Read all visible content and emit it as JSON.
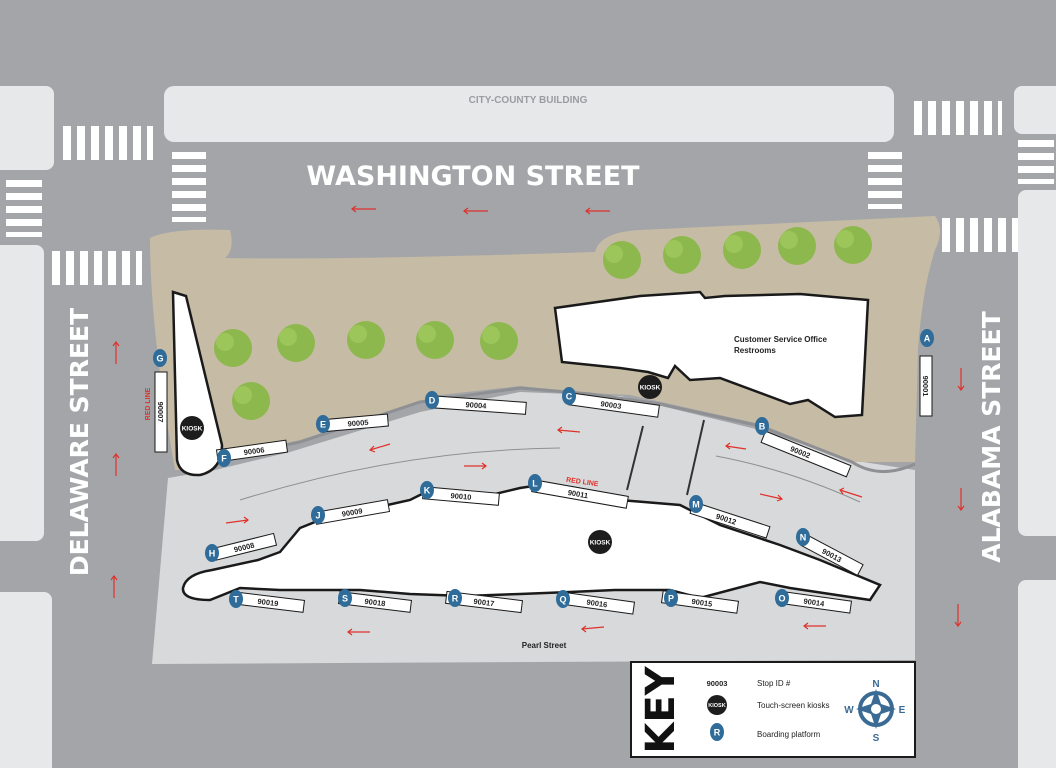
{
  "colors": {
    "road": "#a3a5a8",
    "sidewalk": "#e7e8e9",
    "plaza": "#c6bba5",
    "station_floor": "#d8d9da",
    "island": "#ffffff",
    "tree": "#8db84d",
    "tree_dark": "#7aa53f",
    "platform_badge": "#2f6c9a",
    "kiosk": "#1d1d1d",
    "arrow": "#e0312b",
    "crosswalk": "#ffffff",
    "outline": "#1a1a1a"
  },
  "streets": {
    "north": "WASHINGTON STREET",
    "west": "DELAWARE STREET",
    "east": "ALABAMA STREET",
    "south": "Pearl Street"
  },
  "building": {
    "north_label": "CITY-COUNTY BUILDING",
    "office_line1": "Customer Service Office",
    "office_line2": "Restrooms"
  },
  "kiosk_label": "KIOSK",
  "red_line_label": "RED LINE",
  "platforms": [
    {
      "letter": "A",
      "stop_id": "90001"
    },
    {
      "letter": "B",
      "stop_id": "90002"
    },
    {
      "letter": "C",
      "stop_id": "90003"
    },
    {
      "letter": "D",
      "stop_id": "90004"
    },
    {
      "letter": "E",
      "stop_id": "90005"
    },
    {
      "letter": "F",
      "stop_id": "90006"
    },
    {
      "letter": "G",
      "stop_id": "90007"
    },
    {
      "letter": "H",
      "stop_id": "90008"
    },
    {
      "letter": "J",
      "stop_id": "90009"
    },
    {
      "letter": "K",
      "stop_id": "90010"
    },
    {
      "letter": "L",
      "stop_id": "90011"
    },
    {
      "letter": "M",
      "stop_id": "90012"
    },
    {
      "letter": "N",
      "stop_id": "90013"
    },
    {
      "letter": "O",
      "stop_id": "90014"
    },
    {
      "letter": "P",
      "stop_id": "90015"
    },
    {
      "letter": "Q",
      "stop_id": "90016"
    },
    {
      "letter": "R",
      "stop_id": "90017"
    },
    {
      "letter": "S",
      "stop_id": "90018"
    },
    {
      "letter": "T",
      "stop_id": "90019"
    }
  ],
  "key": {
    "title": "KEY",
    "stop_example": "90003",
    "stop_desc": "Stop ID #",
    "kiosk_desc": "Touch-screen kiosks",
    "platform_example": "R",
    "platform_desc": "Boarding platform",
    "compass": {
      "n": "N",
      "s": "S",
      "e": "E",
      "w": "W"
    }
  }
}
